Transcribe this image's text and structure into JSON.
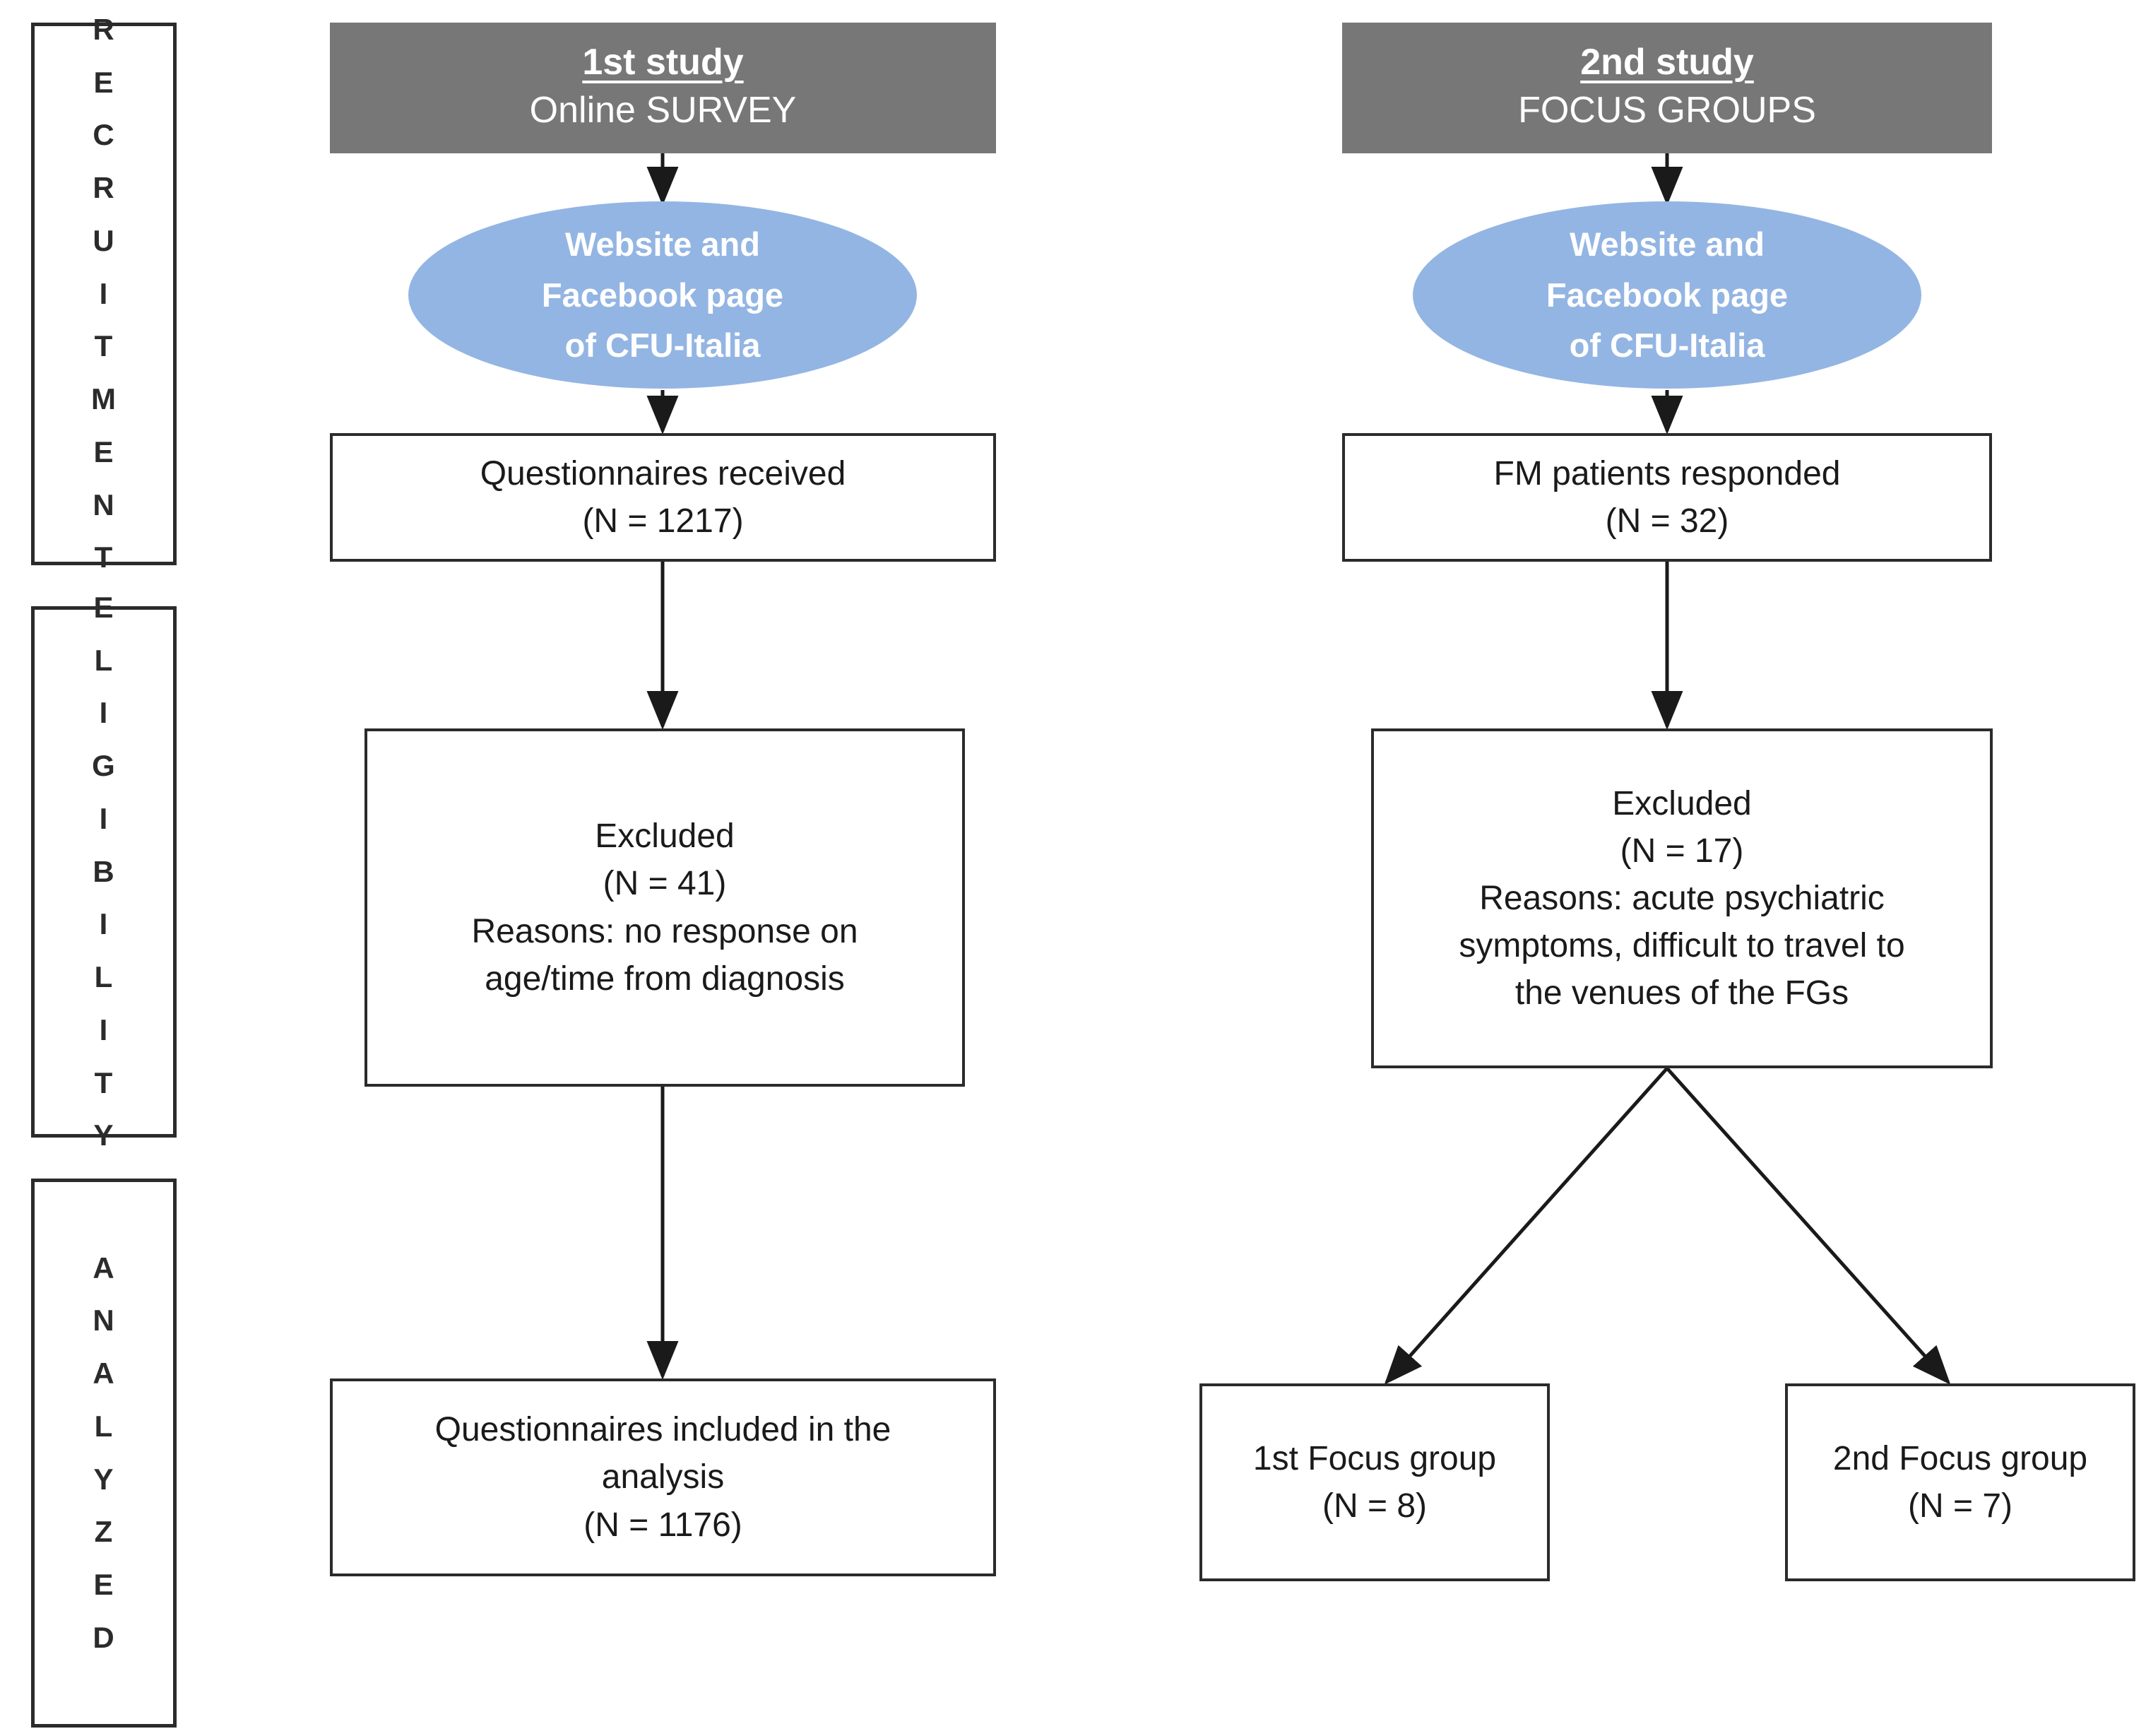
{
  "diagram": {
    "title": "Study flow diagram (PRISMA-style) for two studies",
    "colors": {
      "header_gray": "#777777",
      "ellipse_blue": "#93b5e3",
      "stroke": "#2b2b2b",
      "text": "#1a1a1a",
      "header_text": "#ffffff"
    }
  },
  "stages": [
    {
      "id": "recruitment",
      "label": "RECRUITMENT",
      "letters": [
        "R",
        "E",
        "C",
        "R",
        "U",
        "I",
        "T",
        "M",
        "E",
        "N",
        "T"
      ]
    },
    {
      "id": "eligibility",
      "label": "ELIGIBILITY",
      "letters": [
        "E",
        "L",
        "I",
        "G",
        "I",
        "B",
        "I",
        "L",
        "I",
        "T",
        "Y"
      ]
    },
    {
      "id": "analyzed",
      "label": "ANALYZED",
      "letters": [
        "A",
        "N",
        "A",
        "L",
        "Y",
        "Z",
        "E",
        "D"
      ]
    }
  ],
  "columns": {
    "left": {
      "header": {
        "title": "1st study",
        "subtitle": "Online SURVEY"
      },
      "recruitment_source": {
        "lines": [
          "Website and",
          "Facebook page",
          "of CFU-Italia"
        ]
      },
      "received": {
        "lines": [
          "Questionnaires received",
          "(N = 1217)"
        ],
        "label": "Questionnaires received",
        "n": "(N = 1217)"
      },
      "excluded": {
        "lines": [
          "Excluded",
          "(N = 41)",
          "Reasons: no response on",
          "age/time from diagnosis"
        ],
        "label": "Excluded",
        "n": "(N = 41)",
        "reasons": "Reasons: no response on age/time from diagnosis"
      },
      "included": {
        "lines": [
          "Questionnaires included in the",
          "analysis",
          "(N = 1176)"
        ],
        "label": "Questionnaires included in the analysis",
        "n": "(N = 1176)"
      }
    },
    "right": {
      "header": {
        "title": "2nd study",
        "subtitle": "FOCUS GROUPS"
      },
      "recruitment_source": {
        "lines": [
          "Website and",
          "Facebook page",
          "of CFU-Italia"
        ]
      },
      "responded": {
        "lines": [
          "FM patients responded",
          "(N = 32)"
        ],
        "label": "FM patients responded",
        "n": "(N = 32)"
      },
      "excluded": {
        "lines": [
          "Excluded",
          "(N = 17)",
          "Reasons: acute psychiatric",
          "symptoms, difficult to travel to",
          "the venues of the FGs"
        ],
        "label": "Excluded",
        "n": "(N = 17)",
        "reasons": "Reasons: acute psychiatric symptoms, difficult to travel to the venues of the FGs"
      },
      "focus_group_1": {
        "lines": [
          "1st Focus group",
          "(N = 8)"
        ],
        "label": "1st Focus group",
        "n": "(N = 8)"
      },
      "focus_group_2": {
        "lines": [
          "2nd Focus group",
          "(N = 7)"
        ],
        "label": "2nd Focus group",
        "n": "(N = 7)"
      }
    }
  }
}
